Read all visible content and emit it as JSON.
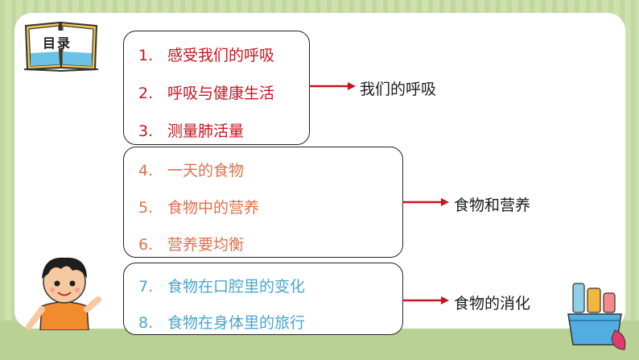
{
  "header": {
    "title": "目录"
  },
  "groups": [
    {
      "color": "#c8141e",
      "items": [
        {
          "num": "1.",
          "label": "感受我们的呼吸"
        },
        {
          "num": "2.",
          "label": "呼吸与健康生活"
        },
        {
          "num": "3.",
          "label": "测量肺活量"
        }
      ],
      "target": "我们的呼吸"
    },
    {
      "color": "#e0704a",
      "items": [
        {
          "num": "4.",
          "label": "一天的食物"
        },
        {
          "num": "5.",
          "label": "食物中的营养"
        },
        {
          "num": "6.",
          "label": "营养要均衡"
        }
      ],
      "target": "食物和营养"
    },
    {
      "color": "#4aa5cf",
      "items": [
        {
          "num": "7.",
          "label": "食物在口腔里的变化"
        },
        {
          "num": "8.",
          "label": "食物在身体里的旅行"
        }
      ],
      "target": "食物的消化"
    }
  ],
  "icons": [
    "book-icon",
    "boy-illustration",
    "cleaning-bucket-illustration"
  ]
}
